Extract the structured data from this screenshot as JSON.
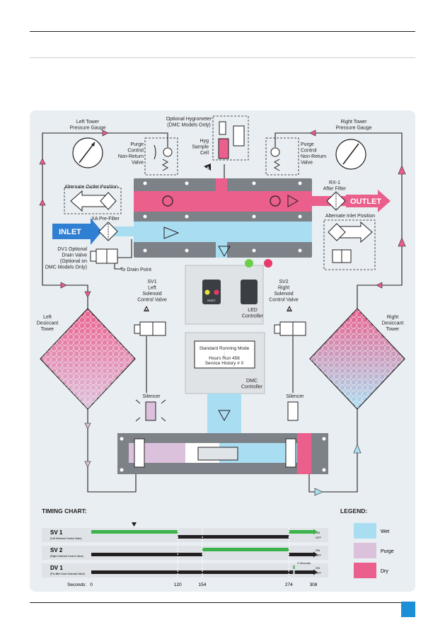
{
  "labels": {
    "left_tower_gauge": [
      "Left Tower",
      "Pressure Gauge"
    ],
    "right_tower_gauge": [
      "Right Tower",
      "Pressure Gauge"
    ],
    "hygrometer": [
      "Optional Hygrometer",
      "(DMC Models Only)"
    ],
    "hyg_cell": [
      "Hyg",
      "Sample",
      "Cell"
    ],
    "purge_valve_left": [
      "Purge",
      "Control",
      "Non-Return",
      "Valve"
    ],
    "purge_valve_right": [
      "Purge",
      "Control",
      "Non-Return",
      "Valve"
    ],
    "rx1": [
      "RX-1",
      "After Filter"
    ],
    "alt_outlet": "Alternate Outlet Position",
    "alt_inlet": "Alternate Inlet Position",
    "xa_prefilter": "XA Pre-Filter",
    "inlet": "INLET",
    "outlet": "OUTLET",
    "dv1": [
      "DV1 Optional",
      "Drain Valve",
      "(Optional on",
      "DMC Models Only)"
    ],
    "to_drain": "To Drain Point",
    "sv1": [
      "SV1",
      "Left",
      "Solenoid",
      "Control Valve"
    ],
    "sv2": [
      "SV2",
      "Right",
      "Solenoid",
      "Control Valve"
    ],
    "led_controller": [
      "LED",
      "Controller"
    ],
    "dmc_controller": [
      "DMC",
      "Controller"
    ],
    "left_tower": [
      "Left",
      "Desiccant",
      "Tower"
    ],
    "right_tower": [
      "Right",
      "Desiccant",
      "Tower"
    ],
    "silencer_left": "Silencer",
    "silencer_right": "Silencer",
    "port_marker": "A",
    "led_reset": "RESET"
  },
  "dmc_screen": {
    "mode": "Standard Running Mode",
    "colon": ":",
    "hours_label": "Hours Run",
    "hours_value": "456",
    "service_label": "Service History #",
    "service_value": "0"
  },
  "timing": {
    "title": "TIMING CHART:",
    "seconds_label": "Seconds:",
    "ticks": [
      0,
      120,
      154,
      274,
      308
    ],
    "cycle_max": 308,
    "cursor_seconds": 60,
    "on_label": "ON",
    "off_label": "OFF",
    "two_seconds": "2 Seconds",
    "rows": [
      {
        "name": "SV 1",
        "sub": "(Left Solenoid Control Valve)",
        "on": [
          [
            0,
            120
          ],
          [
            274,
            308
          ]
        ],
        "arrow_on": true
      },
      {
        "name": "SV 2",
        "sub": "(Right Solenoid Control Valve)",
        "on": [
          [
            154,
            274
          ]
        ],
        "arrow_on": false
      },
      {
        "name": "DV 1",
        "sub": "(Pre-filter Drain Solenoid Valve)",
        "on": [
          [
            280,
            282
          ]
        ],
        "arrow_on": false
      }
    ]
  },
  "legend": {
    "title": "LEGEND:",
    "items": [
      {
        "label": "Wet",
        "color": "#a9def2"
      },
      {
        "label": "Purge",
        "color": "#dcc1dd"
      },
      {
        "label": "Dry",
        "color": "#ea5f8c"
      }
    ]
  },
  "colors": {
    "wet": "#a9def2",
    "purge": "#dcc1dd",
    "dry": "#ea5f8c",
    "inlet_blue": "#2f7fd3",
    "body_grey": "#7d8288",
    "on_green": "#3ab44a"
  }
}
